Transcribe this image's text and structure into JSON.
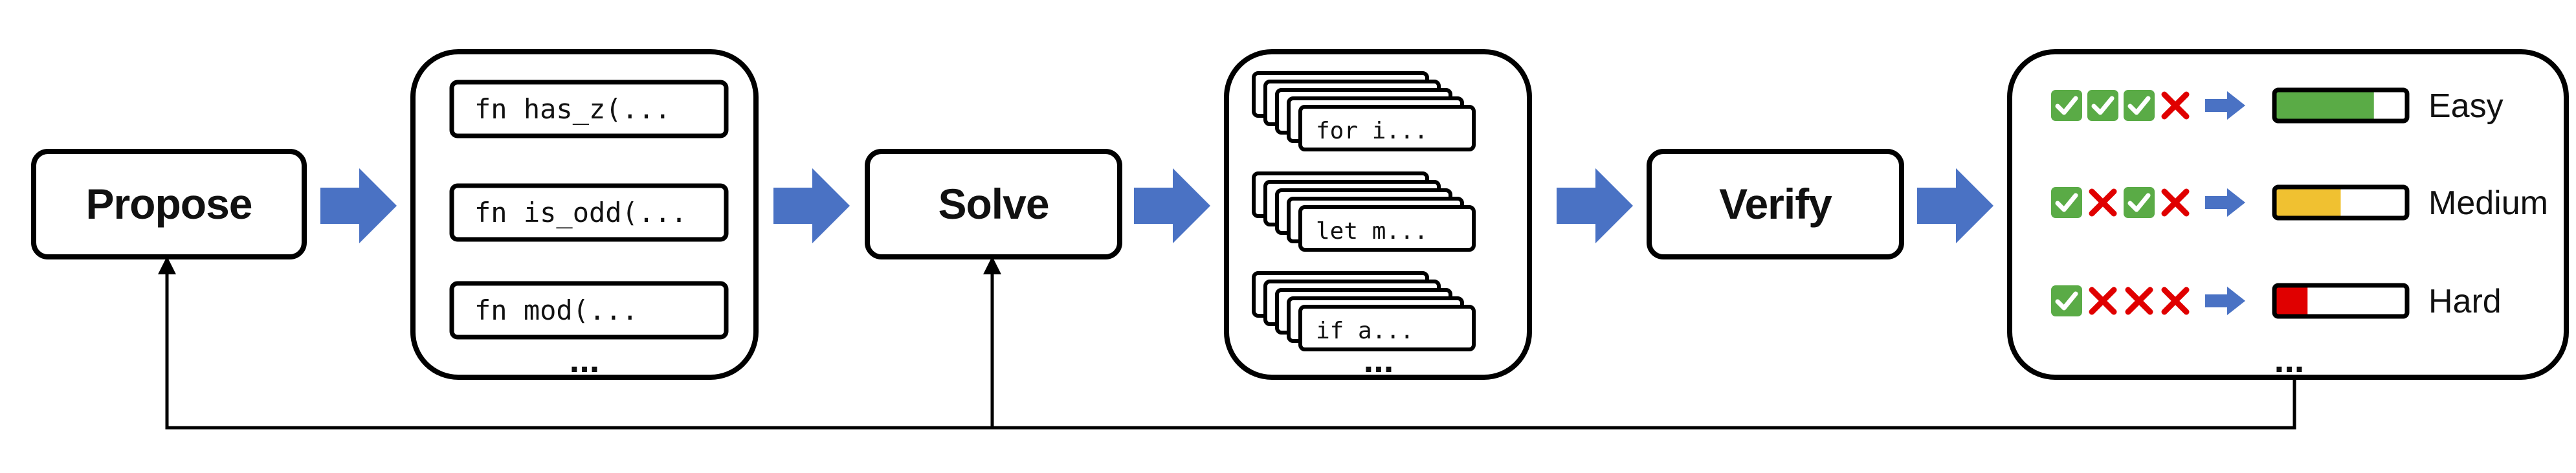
{
  "stages": {
    "propose": "Propose",
    "solve": "Solve",
    "verify": "Verify"
  },
  "proposals": [
    "fn has_z(...",
    "fn is_odd(...",
    "fn mod(..."
  ],
  "solutions": [
    "for i...",
    "let m...",
    "if a..."
  ],
  "ellipsis": "...",
  "verification": [
    {
      "results": [
        "pass",
        "pass",
        "pass",
        "fail"
      ],
      "label": "Easy",
      "fill_fraction": 0.75,
      "color": "#5aab46"
    },
    {
      "results": [
        "pass",
        "fail",
        "pass",
        "fail"
      ],
      "label": "Medium",
      "fill_fraction": 0.5,
      "color": "#f0c131"
    },
    {
      "results": [
        "pass",
        "fail",
        "fail",
        "fail"
      ],
      "label": "Hard",
      "fill_fraction": 0.25,
      "color": "#e00000"
    }
  ],
  "colors": {
    "arrow": "#4a72c4",
    "check": "#5aab46",
    "cross": "#e00000"
  }
}
